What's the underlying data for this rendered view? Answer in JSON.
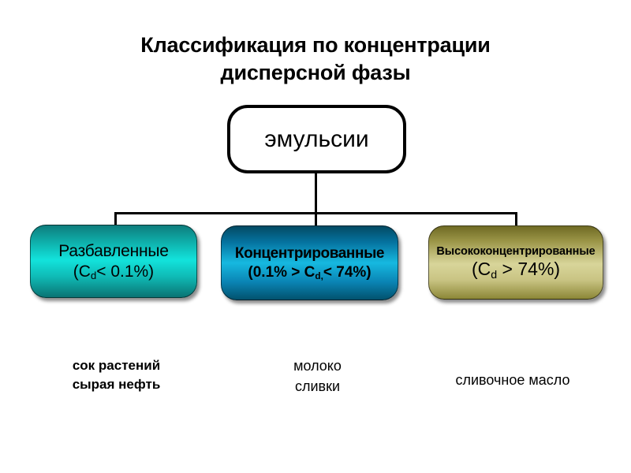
{
  "slide": {
    "title": {
      "line1": "Классификация по концентрации",
      "line2": "дисперсной фазы"
    },
    "root": {
      "label": "эмульсии"
    },
    "categories": [
      {
        "name": "Разбавленные",
        "formula_prefix": "(C",
        "formula_sub": "d",
        "formula_suffix": "< 0.1%)",
        "color": "#12e3dc",
        "examples": {
          "line1": "сок растений",
          "line2": "сырая нефть"
        }
      },
      {
        "name": "Концентрированные",
        "formula_prefix": "(0.1% > C",
        "formula_sub": "d,",
        "formula_suffix": "< 74%)",
        "color": "#16b9e0",
        "examples": {
          "line1": "молоко",
          "line2": "сливки"
        }
      },
      {
        "name": "Высококонцентрированные",
        "formula_prefix": "(C",
        "formula_sub": "d",
        "formula_suffix": " > 74%)",
        "color": "#d8d59a",
        "examples": {
          "line1": "сливочное масло",
          "line2": ""
        }
      }
    ]
  }
}
